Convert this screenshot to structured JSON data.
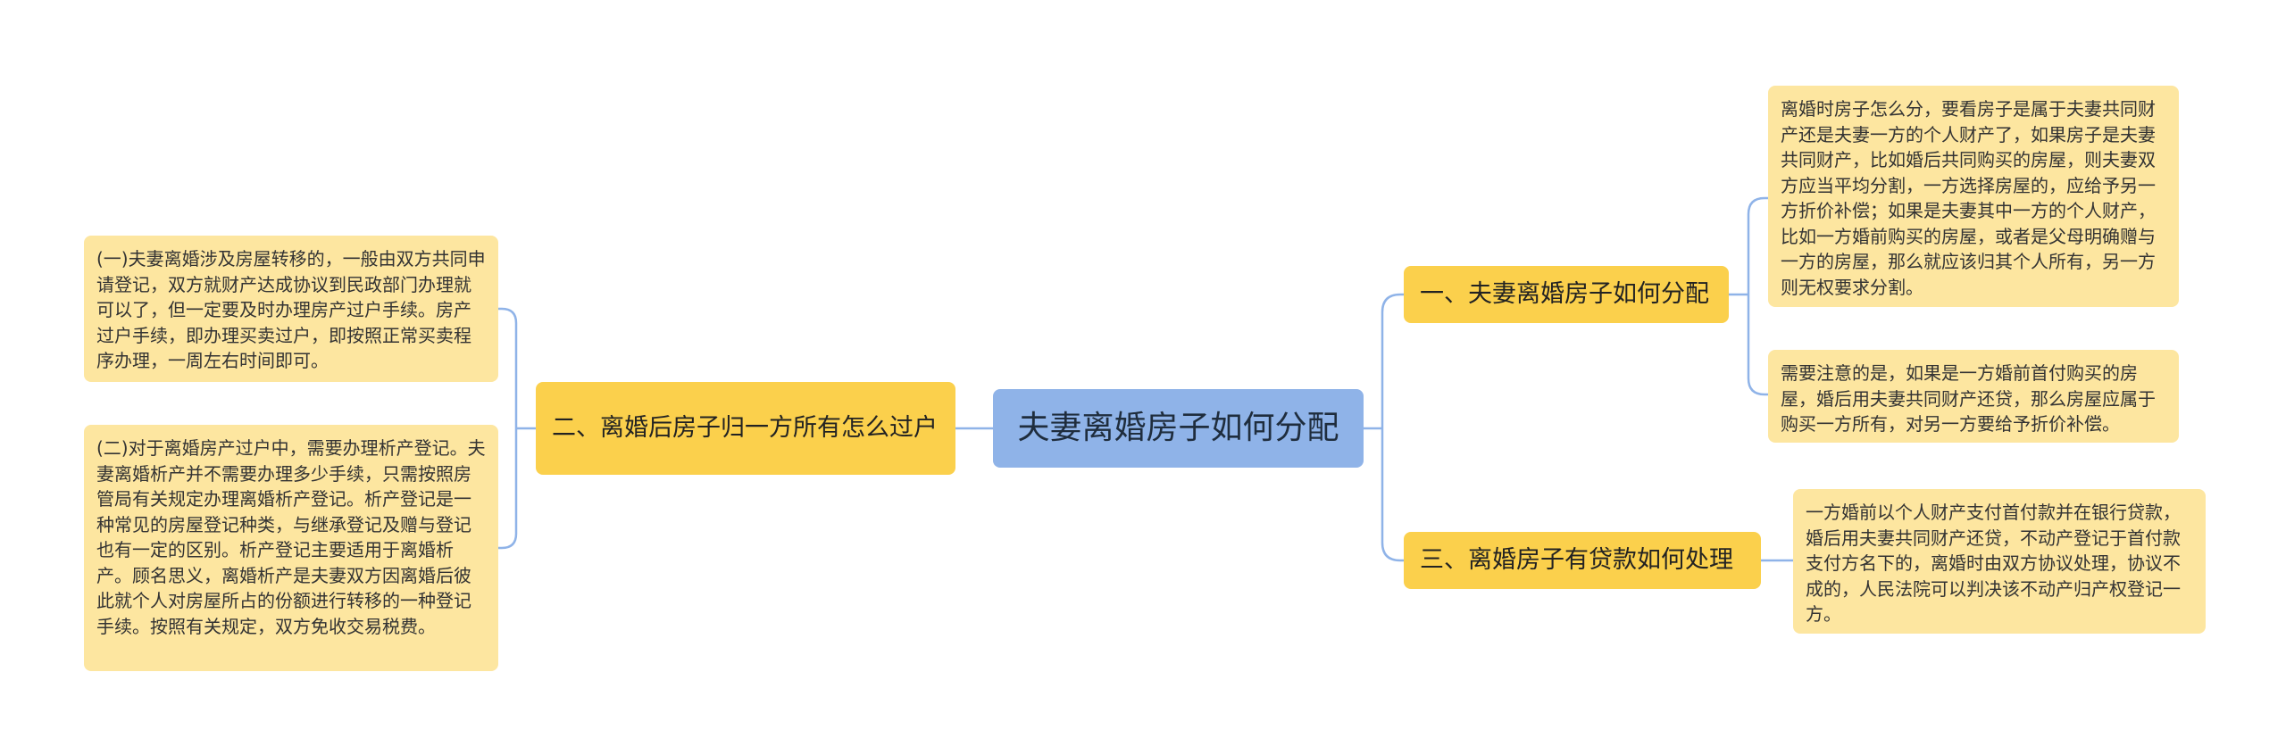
{
  "center": {
    "title": "夫妻离婚房子如何分配"
  },
  "branches": {
    "b1": {
      "label": "一、夫妻离婚房子如何分配"
    },
    "b2": {
      "label": "二、离婚后房子归一方所有怎么过户"
    },
    "b3": {
      "label": "三、离婚房子有贷款如何处理"
    }
  },
  "leaves": {
    "l1": {
      "text": "离婚时房子怎么分，要看房子是属于夫妻共同财产还是夫妻一方的个人财产了，如果房子是夫妻共同财产，比如婚后共同购买的房屋，则夫妻双方应当平均分割，一方选择房屋的，应给予另一方折价补偿；如果是夫妻其中一方的个人财产，比如一方婚前购买的房屋，或者是父母明确赠与一方的房屋，那么就应该归其个人所有，另一方则无权要求分割。"
    },
    "l2": {
      "text": "需要注意的是，如果是一方婚前首付购买的房屋，婚后用夫妻共同财产还贷，那么房屋应属于购买一方所有，对另一方要给予折价补偿。"
    },
    "l3": {
      "text": "一方婚前以个人财产支付首付款并在银行贷款，婚后用夫妻共同财产还贷，不动产登记于首付款支付方名下的，离婚时由双方协议处理，协议不成的，人民法院可以判决该不动产归产权登记一方。"
    },
    "l4": {
      "text": "(一)夫妻离婚涉及房屋转移的，一般由双方共同申请登记，双方就财产达成协议到民政部门办理就可以了，但一定要及时办理房产过户手续。房产过户手续，即办理买卖过户，即按照正常买卖程序办理，一周左右时间即可。"
    },
    "l5": {
      "text": "(二)对于离婚房产过户中，需要办理析产登记。夫妻离婚析产并不需要办理多少手续，只需按照房管局有关规定办理离婚析产登记。析产登记是一种常见的房屋登记种类，与继承登记及赠与登记也有一定的区别。析产登记主要适用于离婚析产。顾名思义，离婚析产是夫妻双方因离婚后彼此就个人对房屋所占的份额进行转移的一种登记手续。按照有关规定，双方免收交易税费。"
    }
  },
  "colors": {
    "center_fill": "#8fb3e8",
    "branch_fill": "#fbd04c",
    "leaf_fill": "#fde6a0",
    "connector": "#8fb3e8"
  }
}
